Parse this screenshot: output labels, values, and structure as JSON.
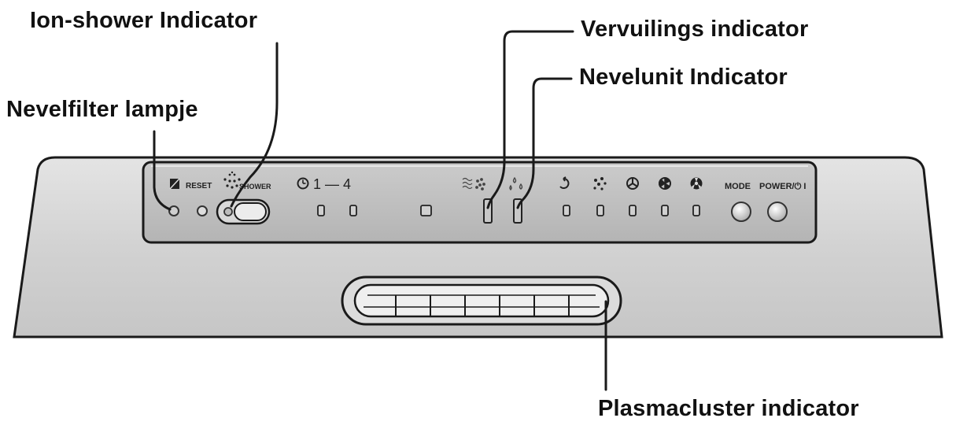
{
  "callouts": {
    "ion_shower": "Ion-shower Indicator",
    "vervuilings": "Vervuilings indicator",
    "nevelunit": "Nevelunit Indicator",
    "nevelfilter": "Nevelfilter lampje",
    "plasmacluster": "Plasmacluster indicator"
  },
  "panel": {
    "reset_label": "RESET",
    "shower_label": "SHOWER",
    "timer_label": "1 — 4",
    "mode_label": "MODE",
    "power_label": "POWER/⏻ I",
    "fan_icons": [
      "turbo-icon",
      "pollen-icon",
      "fan-low-icon",
      "fan-mid-icon",
      "fan-high-icon"
    ]
  },
  "colors": {
    "housing": "#cfcfcf",
    "panel": "#bdbdbd",
    "outline": "#1a1a1a"
  }
}
